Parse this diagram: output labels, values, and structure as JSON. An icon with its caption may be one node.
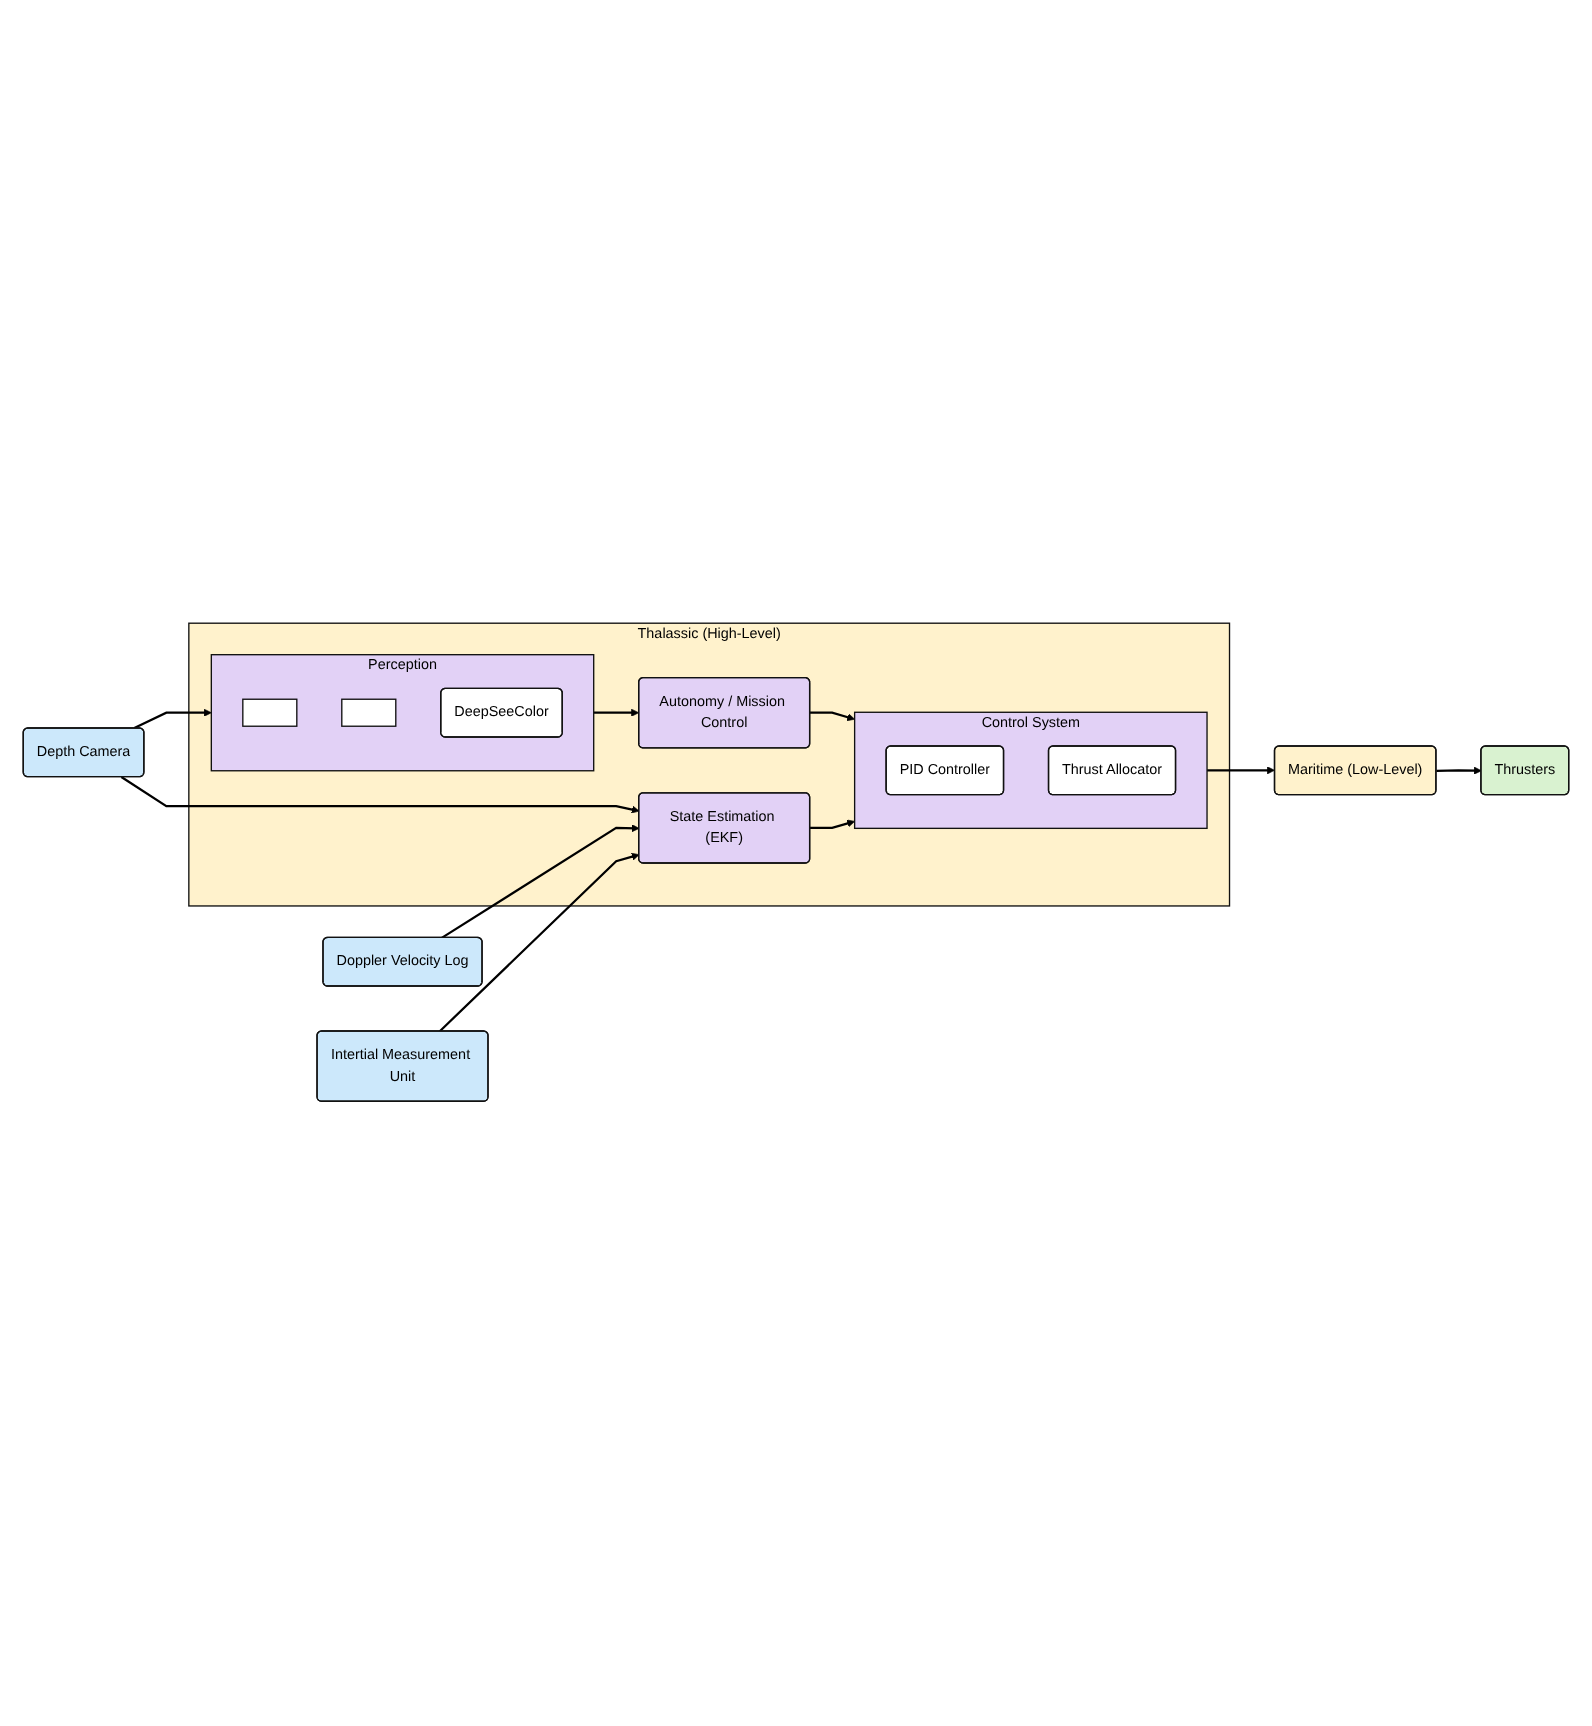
{
  "diagram": {
    "nodes": [
      {
        "text": [
          "Doppler Velocity Log"
        ]
      },
      {
        "text": [
          "Intertial Measurement Unit"
        ]
      },
      {
        "text": [
          "Depth Camera"
        ]
      },
      {
        "text": [
          "Thalassic (High-Level)"
        ]
      },
      {
        "text": [
          "Perception"
        ],
        "in": 3
      },
      {
        "text": [],
        "shape": "box",
        "in": 4
      },
      {
        "text": [],
        "shape": "box",
        "in": 4
      },
      {
        "text": [
          "DeepSeeColor"
        ],
        "in": 4
      },
      {
        "text": [
          "Autonomy / Mission Control"
        ],
        "in": 3
      },
      {
        "text": [
          "State Estimation (EKF)"
        ],
        "in": 3
      },
      {
        "text": [
          "Control System"
        ],
        "in": 3
      },
      {
        "text": [
          "PID Controller"
        ],
        "in": 10
      },
      {
        "text": [
          "Thrust Allocator"
        ],
        "in": 10
      },
      {
        "text": [
          "Thrusters"
        ]
      },
      {
        "text": [
          "Maritime (Low-Level)"
        ]
      }
    ],
    "edges": [
      {
        "from": 0,
        "to": 9,
        "arrow": "to"
      },
      {
        "from": 1,
        "to": 9,
        "arrow": "to"
      },
      {
        "from": 2,
        "to": 9,
        "arrow": "to"
      },
      {
        "from": 2,
        "to": 4,
        "arrow": "to"
      },
      {
        "from": 4,
        "to": 8,
        "arrow": "to"
      },
      {
        "from": 8,
        "to": 10,
        "arrow": "to"
      },
      {
        "from": 9,
        "to": 10,
        "arrow": "to"
      },
      {
        "from": 10,
        "to": 14,
        "arrow": "to"
      },
      {
        "from": 14,
        "to": 13,
        "arrow": "to"
      }
    ]
  }
}
